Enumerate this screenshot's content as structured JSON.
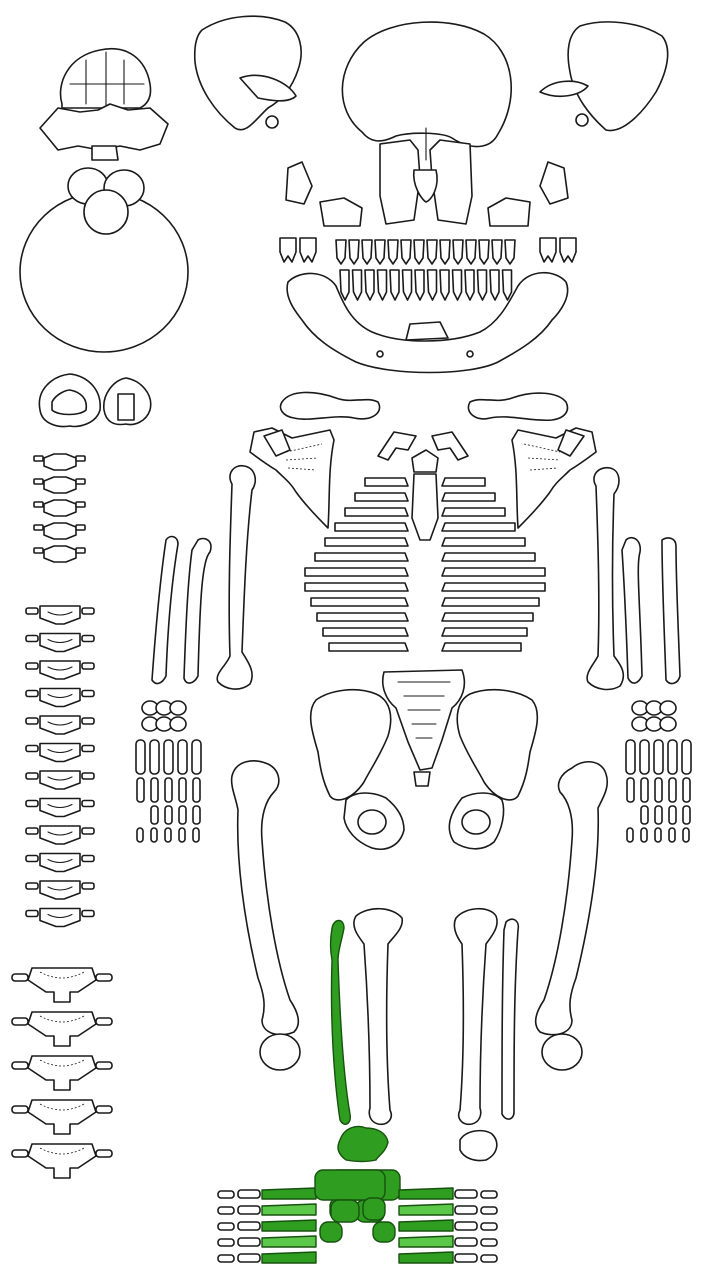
{
  "diagram": {
    "highlight_color": "#2f9e20",
    "highlight_light": "#5cc84a",
    "outline_color": "#1a1a1a",
    "background": "#ffffff",
    "highlighted_bones": [
      "left-fibula",
      "left-talus",
      "left-foot-bones",
      "right-foot-bones"
    ],
    "vertebra_counts": {
      "cervical": 7,
      "thoracic": 12,
      "lumbar": 5
    }
  }
}
